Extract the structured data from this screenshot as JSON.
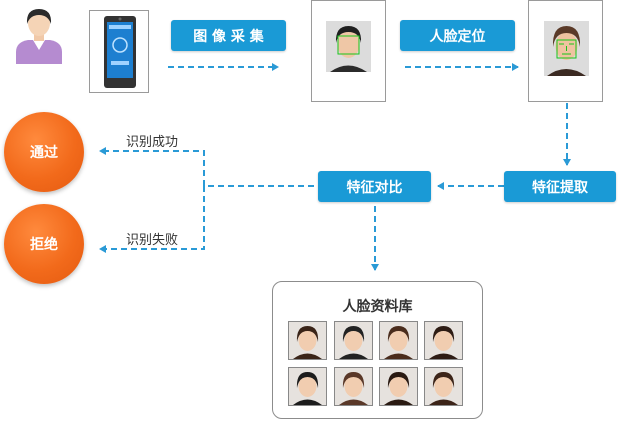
{
  "steps": {
    "capture": "图 像 采 集",
    "locate": "人脸定位",
    "extract": "特征提取",
    "compare": "特征对比"
  },
  "results": {
    "success_label": "识别成功",
    "fail_label": "识别失败",
    "pass": "通过",
    "reject": "拒绝"
  },
  "database": {
    "title": "人脸资料库",
    "photo_count": 8
  },
  "colors": {
    "step_box": "#1a9ad6",
    "arrow": "#2a9ad6",
    "result_circle": "#f26a1b"
  }
}
